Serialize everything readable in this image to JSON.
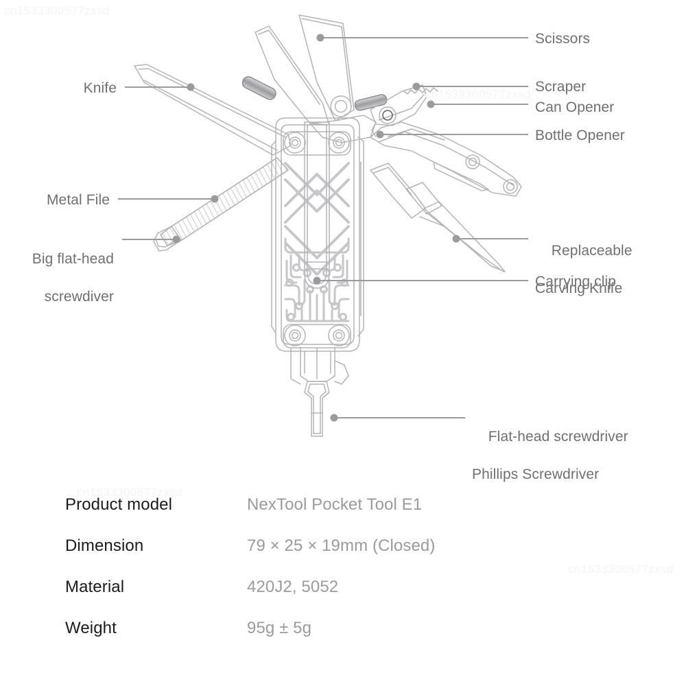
{
  "product": {
    "name": "NexTool Pocket Tool E1"
  },
  "callouts": {
    "scissors": {
      "label": "Scissors"
    },
    "scraper": {
      "label": "Scraper"
    },
    "can_opener": {
      "label": "Can Opener"
    },
    "bottle_opener": {
      "label": "Bottle Opener"
    },
    "replaceable_carving_knife": {
      "line1": "Replaceable",
      "line2": "Carving Knife"
    },
    "carrying_clip": {
      "label": "Carrying clip"
    },
    "flat_head_screwdriver": {
      "line1": "Flat-head screwdriver",
      "line2": "Phillips Screwdriver"
    },
    "knife": {
      "label": "Knife"
    },
    "metal_file": {
      "label": "Metal File"
    },
    "big_flat_head_screwdiver": {
      "line1": "Big flat-head",
      "line2": "screwdiver"
    }
  },
  "spec_table": {
    "rows": [
      {
        "key": "Product model",
        "value": "NexTool Pocket Tool E1"
      },
      {
        "key": "Dimension",
        "value": "79 × 25 × 19mm (Closed)"
      },
      {
        "key": "Material",
        "value": "420J2, 5052"
      },
      {
        "key": "Weight",
        "value": "95g ± 5g"
      }
    ]
  },
  "watermark": {
    "text": "cn1533300577zxsd"
  },
  "colors": {
    "line": "#9a9a9f",
    "outline": "#b4b4b9",
    "label_text": "#6f6f74",
    "spec_key": "#1b1b1f",
    "spec_value": "#9b9b9f",
    "watermark": "#f4f4f4",
    "background": "#ffffff"
  }
}
